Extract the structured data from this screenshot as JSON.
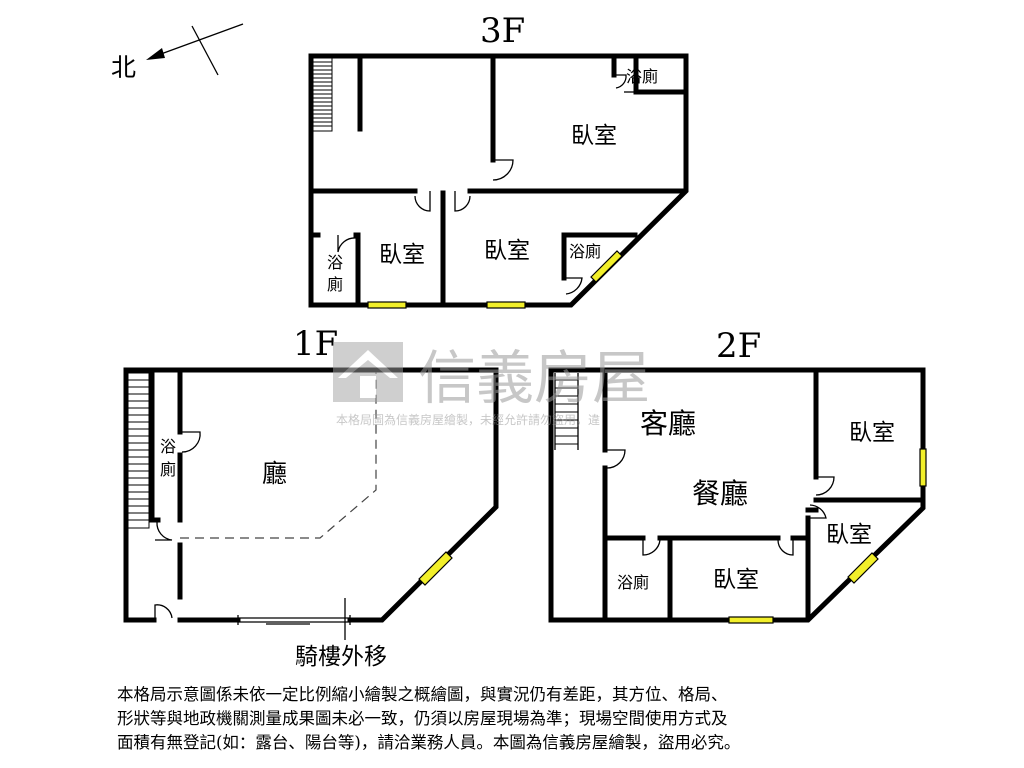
{
  "compass": {
    "label": "北"
  },
  "floors": {
    "f3": {
      "title": "3F",
      "rooms": {
        "bath_ne": "浴廁",
        "bedroom_ne": "臥室",
        "bath_w_1": "浴",
        "bath_w_2": "廁",
        "bedroom_sw": "臥室",
        "bedroom_s": "臥室",
        "bath_se": "浴廁"
      }
    },
    "f1": {
      "title": "1F",
      "rooms": {
        "bath_1": "浴",
        "bath_2": "廁",
        "hall": "廳"
      },
      "note": "騎樓外移"
    },
    "f2": {
      "title": "2F",
      "rooms": {
        "living": "客廳",
        "dining": "餐廳",
        "bedroom_ne": "臥室",
        "bedroom_e": "臥室",
        "bath": "浴廁",
        "bedroom_s": "臥室"
      }
    }
  },
  "watermark": {
    "brand": "信義房屋",
    "line": "本格局圖為信義房屋繪製，未經允許請勿盜用，違"
  },
  "disclaimer": {
    "line1": "本格局示意圖係未依一定比例縮小繪製之概繪圖，與實況仍有差距，其方位、格局、",
    "line2": "形狀等與地政機關測量成果圖未必一致，仍須以房屋現場為準；現場空間使用方式及",
    "line3": "面積有無登記(如：露台、陽台等)，請洽業務人員。本圖為信義房屋繪製，盜用必究。"
  }
}
